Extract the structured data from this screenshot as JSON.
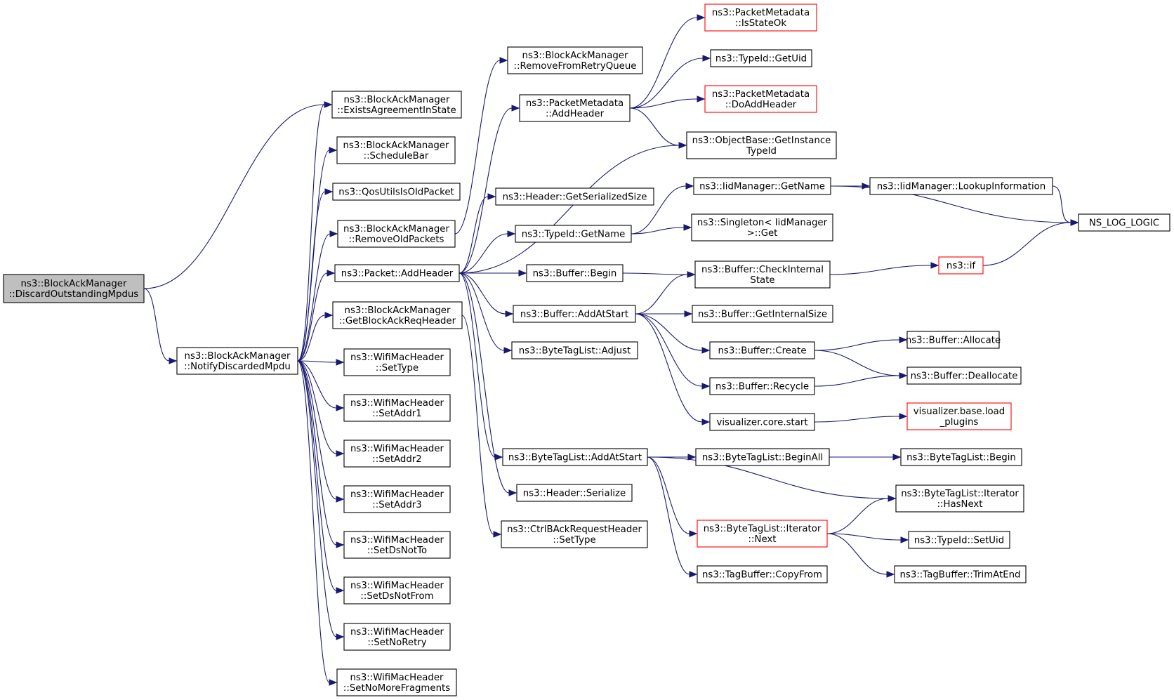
{
  "graph": {
    "edge_color": "#191970",
    "node_border": "#000000",
    "incomplete_node_border": "#ff0000",
    "root_fill": "#bfbfbf",
    "nodes": [
      {
        "id": "n0",
        "label": [
          "ns3::BlockAckManager",
          "::DiscardOutstandingMpdus"
        ],
        "root": true
      },
      {
        "id": "n1",
        "label": [
          "ns3::BlockAckManager",
          "::ExistsAgreementInState"
        ]
      },
      {
        "id": "n2",
        "label": [
          "ns3::BlockAckManager",
          "::NotifyDiscardedMpdu"
        ]
      },
      {
        "id": "n3",
        "label": [
          "ns3::BlockAckManager",
          "::ScheduleBar"
        ]
      },
      {
        "id": "n4",
        "label": [
          "ns3::QosUtilsIsOldPacket"
        ]
      },
      {
        "id": "n5",
        "label": [
          "ns3::BlockAckManager",
          "::RemoveOldPackets"
        ]
      },
      {
        "id": "n6",
        "label": [
          "ns3::Packet::AddHeader"
        ]
      },
      {
        "id": "n7",
        "label": [
          "ns3::BlockAckManager",
          "::GetBlockAckReqHeader"
        ]
      },
      {
        "id": "n8",
        "label": [
          "ns3::WifiMacHeader",
          "::SetType"
        ]
      },
      {
        "id": "n9",
        "label": [
          "ns3::WifiMacHeader",
          "::SetAddr1"
        ]
      },
      {
        "id": "n10",
        "label": [
          "ns3::WifiMacHeader",
          "::SetAddr2"
        ]
      },
      {
        "id": "n11",
        "label": [
          "ns3::WifiMacHeader",
          "::SetAddr3"
        ]
      },
      {
        "id": "n12",
        "label": [
          "ns3::WifiMacHeader",
          "::SetDsNotTo"
        ]
      },
      {
        "id": "n13",
        "label": [
          "ns3::WifiMacHeader",
          "::SetDsNotFrom"
        ]
      },
      {
        "id": "n14",
        "label": [
          "ns3::WifiMacHeader",
          "::SetNoRetry"
        ]
      },
      {
        "id": "n15",
        "label": [
          "ns3::WifiMacHeader",
          "::SetNoMoreFragments"
        ]
      },
      {
        "id": "n16",
        "label": [
          "ns3::BlockAckManager",
          "::RemoveFromRetryQueue"
        ]
      },
      {
        "id": "n17",
        "label": [
          "ns3::PacketMetadata",
          "::AddHeader"
        ]
      },
      {
        "id": "n18",
        "label": [
          "ns3::Header::GetSerializedSize"
        ]
      },
      {
        "id": "n19",
        "label": [
          "ns3::TypeId::GetName"
        ]
      },
      {
        "id": "n20",
        "label": [
          "ns3::Buffer::Begin"
        ]
      },
      {
        "id": "n21",
        "label": [
          "ns3::Buffer::AddAtStart"
        ]
      },
      {
        "id": "n22",
        "label": [
          "ns3::ByteTagList::Adjust"
        ]
      },
      {
        "id": "n23",
        "label": [
          "ns3::ByteTagList::AddAtStart"
        ]
      },
      {
        "id": "n24",
        "label": [
          "ns3::Header::Serialize"
        ]
      },
      {
        "id": "n25",
        "label": [
          "ns3::CtrlBAckRequestHeader",
          "::SetType"
        ]
      },
      {
        "id": "n26",
        "label": [
          "ns3::PacketMetadata",
          "::IsStateOk"
        ],
        "incomplete": true
      },
      {
        "id": "n27",
        "label": [
          "ns3::TypeId::GetUid"
        ]
      },
      {
        "id": "n28",
        "label": [
          "ns3::PacketMetadata",
          "::DoAddHeader"
        ],
        "incomplete": true
      },
      {
        "id": "n29",
        "label": [
          "ns3::ObjectBase::GetInstance",
          "TypeId"
        ]
      },
      {
        "id": "n30",
        "label": [
          "ns3::IidManager::GetName"
        ]
      },
      {
        "id": "n31",
        "label": [
          "ns3::Singleton< IidManager",
          " >::Get"
        ]
      },
      {
        "id": "n32",
        "label": [
          "ns3::Buffer::CheckInternal",
          "State"
        ]
      },
      {
        "id": "n33",
        "label": [
          "ns3::Buffer::GetInternalSize"
        ]
      },
      {
        "id": "n34",
        "label": [
          "ns3::Buffer::Create"
        ]
      },
      {
        "id": "n35",
        "label": [
          "ns3::Buffer::Recycle"
        ]
      },
      {
        "id": "n36",
        "label": [
          "visualizer.core.start"
        ]
      },
      {
        "id": "n37",
        "label": [
          "ns3::ByteTagList::BeginAll"
        ]
      },
      {
        "id": "n38",
        "label": [
          "ns3::ByteTagList::Iterator",
          "::Next"
        ],
        "incomplete": true
      },
      {
        "id": "n39",
        "label": [
          "ns3::TagBuffer::CopyFrom"
        ]
      },
      {
        "id": "n40",
        "label": [
          "ns3::IidManager::LookupInformation"
        ]
      },
      {
        "id": "n41",
        "label": [
          "NS_LOG_LOGIC"
        ]
      },
      {
        "id": "n42",
        "label": [
          "ns3::if"
        ],
        "incomplete": true
      },
      {
        "id": "n43",
        "label": [
          "ns3::Buffer::Allocate"
        ]
      },
      {
        "id": "n44",
        "label": [
          "ns3::Buffer::Deallocate"
        ]
      },
      {
        "id": "n45",
        "label": [
          "visualizer.base.load",
          "_plugins"
        ],
        "incomplete": true
      },
      {
        "id": "n46",
        "label": [
          "ns3::ByteTagList::Begin"
        ]
      },
      {
        "id": "n47",
        "label": [
          "ns3::ByteTagList::Iterator",
          "::HasNext"
        ]
      },
      {
        "id": "n48",
        "label": [
          "ns3::TypeId::SetUid"
        ]
      },
      {
        "id": "n49",
        "label": [
          "ns3::TagBuffer::TrimAtEnd"
        ]
      }
    ],
    "edges": [
      [
        "n0",
        "n1"
      ],
      [
        "n0",
        "n2"
      ],
      [
        "n2",
        "n1"
      ],
      [
        "n2",
        "n3"
      ],
      [
        "n2",
        "n4"
      ],
      [
        "n2",
        "n5"
      ],
      [
        "n2",
        "n6"
      ],
      [
        "n2",
        "n7"
      ],
      [
        "n2",
        "n8"
      ],
      [
        "n2",
        "n9"
      ],
      [
        "n2",
        "n10"
      ],
      [
        "n2",
        "n11"
      ],
      [
        "n2",
        "n12"
      ],
      [
        "n2",
        "n13"
      ],
      [
        "n2",
        "n14"
      ],
      [
        "n2",
        "n15"
      ],
      [
        "n5",
        "n16"
      ],
      [
        "n7",
        "n25"
      ],
      [
        "n6",
        "n17"
      ],
      [
        "n6",
        "n29"
      ],
      [
        "n6",
        "n18"
      ],
      [
        "n6",
        "n19"
      ],
      [
        "n6",
        "n20"
      ],
      [
        "n6",
        "n21"
      ],
      [
        "n6",
        "n22"
      ],
      [
        "n6",
        "n23"
      ],
      [
        "n6",
        "n24"
      ],
      [
        "n17",
        "n26"
      ],
      [
        "n17",
        "n27"
      ],
      [
        "n17",
        "n28"
      ],
      [
        "n17",
        "n29"
      ],
      [
        "n19",
        "n30"
      ],
      [
        "n19",
        "n31"
      ],
      [
        "n30",
        "n40"
      ],
      [
        "n30",
        "n41"
      ],
      [
        "n40",
        "n41"
      ],
      [
        "n20",
        "n32"
      ],
      [
        "n21",
        "n32"
      ],
      [
        "n21",
        "n33"
      ],
      [
        "n21",
        "n34"
      ],
      [
        "n21",
        "n35"
      ],
      [
        "n21",
        "n36"
      ],
      [
        "n32",
        "n42"
      ],
      [
        "n42",
        "n41"
      ],
      [
        "n34",
        "n43"
      ],
      [
        "n34",
        "n44"
      ],
      [
        "n35",
        "n44"
      ],
      [
        "n36",
        "n45"
      ],
      [
        "n23",
        "n37"
      ],
      [
        "n23",
        "n47"
      ],
      [
        "n23",
        "n38"
      ],
      [
        "n23",
        "n39"
      ],
      [
        "n37",
        "n46"
      ],
      [
        "n38",
        "n47"
      ],
      [
        "n38",
        "n48"
      ],
      [
        "n38",
        "n49"
      ]
    ]
  }
}
